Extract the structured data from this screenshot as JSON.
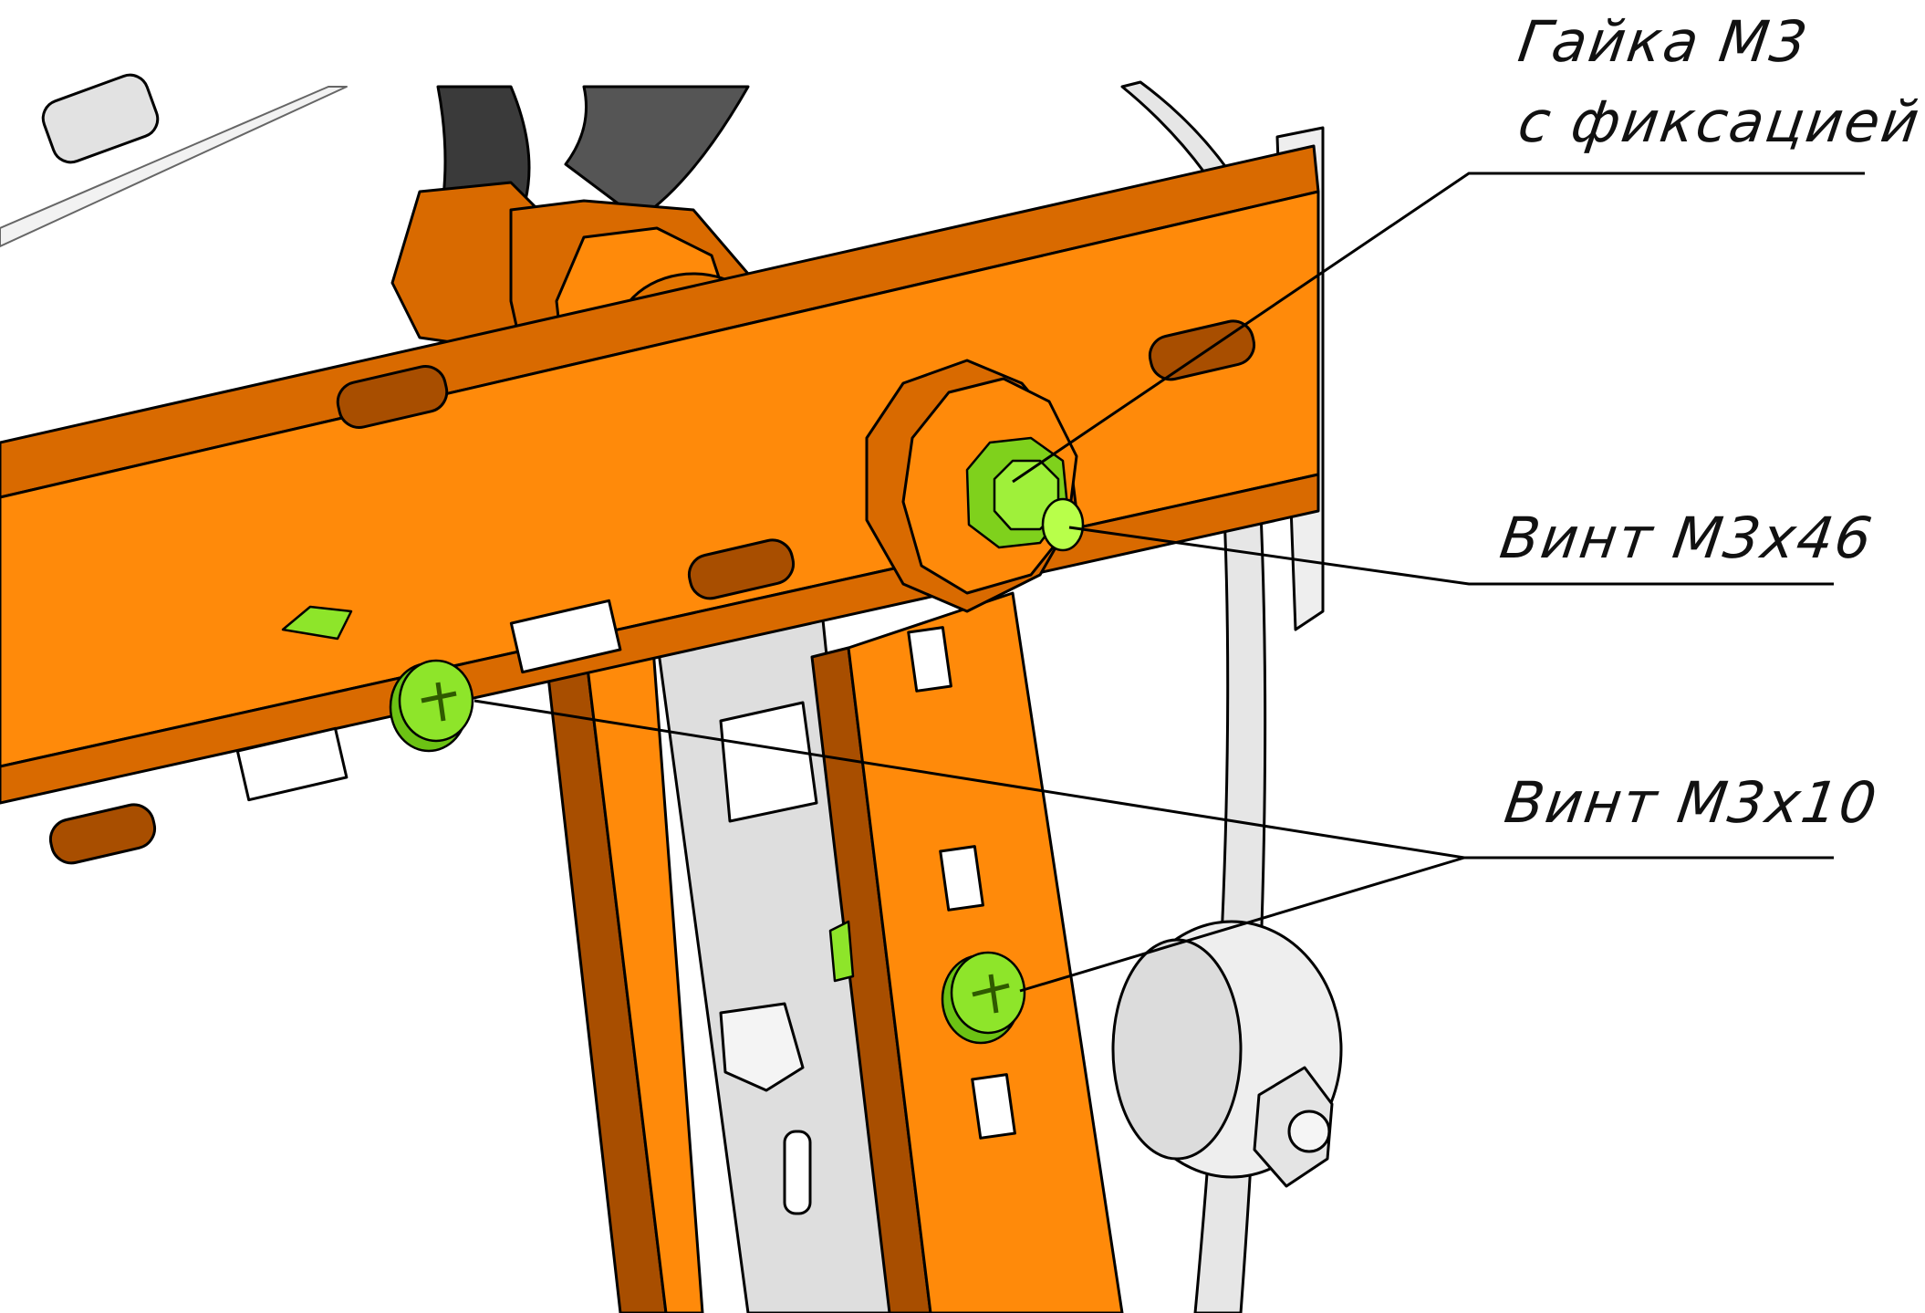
{
  "callouts": {
    "nut_m3_line1": "Гайка М3",
    "nut_m3_line2": "с фиксацией",
    "screw_m3x46": "Винт М3х46",
    "screw_m3x10": "Винт М3х10"
  },
  "colors": {
    "orange_face": "#ff8a0a",
    "orange_side": "#d96a00",
    "orange_dark": "#a84e00",
    "fastener_green": "#8ee52a",
    "gray_plate": "#e2e2e2",
    "gray_edge": "#b8b8b8",
    "black_part": "#3a3a3a",
    "outline": "#000000"
  }
}
